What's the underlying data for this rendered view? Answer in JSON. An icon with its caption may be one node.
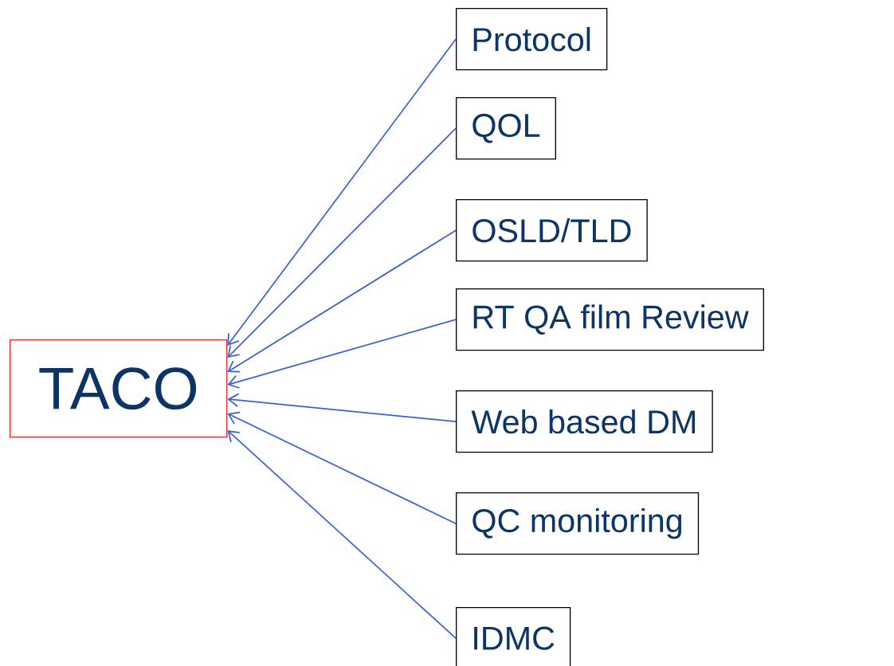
{
  "diagram": {
    "nodes": [
      {
        "text": [
          "TACO"
        ]
      },
      {
        "text": [
          "Protocol"
        ]
      },
      {
        "text": [
          "QOL"
        ]
      },
      {
        "text": [
          "OSLD/TLD"
        ]
      },
      {
        "text": [
          "RT QA film Review"
        ]
      },
      {
        "text": [
          "Web based DM"
        ]
      },
      {
        "text": [
          "QC monitoring"
        ]
      },
      {
        "text": [
          "IDMC"
        ]
      }
    ],
    "edges": [
      {
        "from": 1,
        "to": 0,
        "arrow": "to"
      },
      {
        "from": 2,
        "to": 0,
        "arrow": "to"
      },
      {
        "from": 3,
        "to": 0,
        "arrow": "to"
      },
      {
        "from": 4,
        "to": 0,
        "arrow": "to"
      },
      {
        "from": 5,
        "to": 0,
        "arrow": "to"
      },
      {
        "from": 6,
        "to": 0,
        "arrow": "to"
      },
      {
        "from": 7,
        "to": 0,
        "arrow": "to"
      }
    ]
  }
}
